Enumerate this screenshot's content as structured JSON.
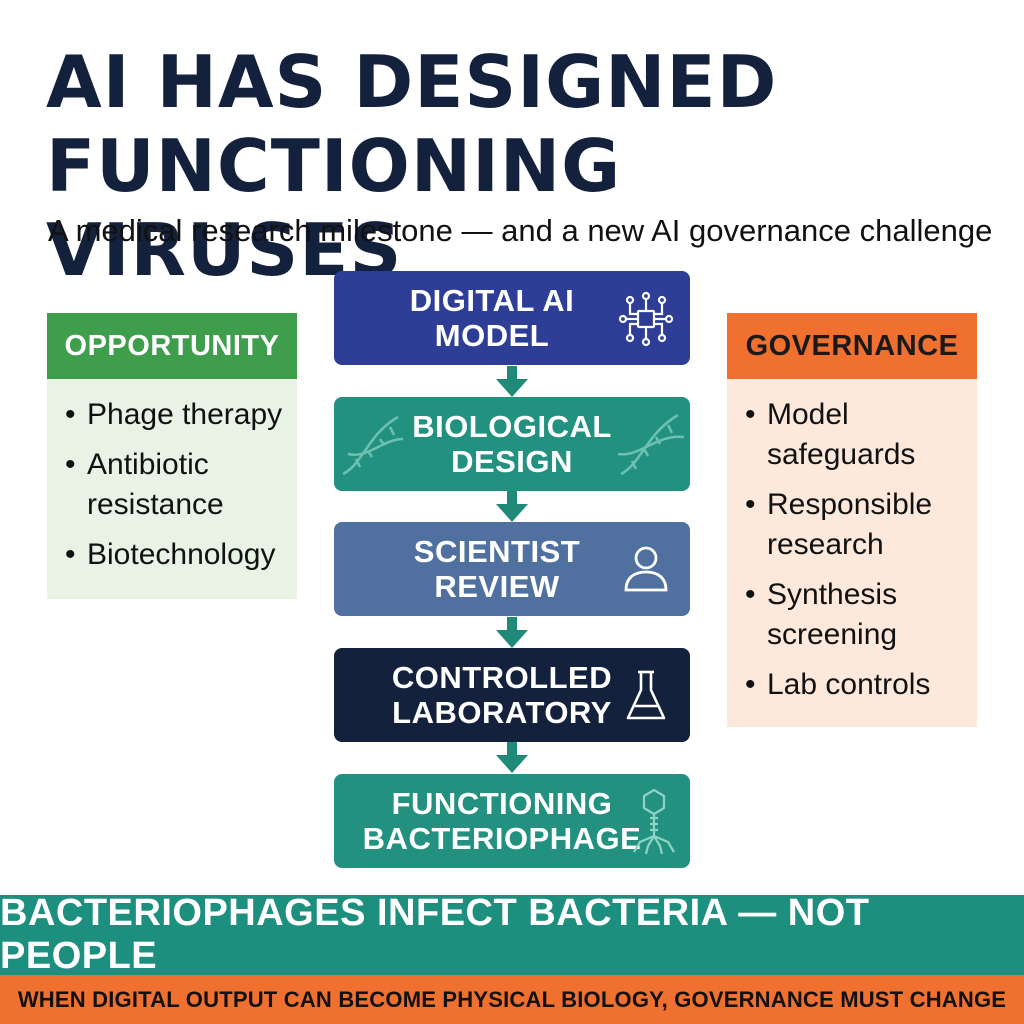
{
  "title": [
    "AI HAS DESIGNED",
    "FUNCTIONING VIRUSES"
  ],
  "subtitle": "A medical research milestone — and a new AI governance challenge",
  "opportunity": {
    "header": "OPPORTUNITY",
    "items": [
      "Phage therapy",
      "Antibiotic resistance",
      "Biotechnology"
    ]
  },
  "governance": {
    "header": "GOVERNANCE",
    "items": [
      "Model safeguards",
      "Responsible research",
      "Synthesis screening",
      "Lab controls"
    ]
  },
  "flow": [
    {
      "lines": [
        "DIGITAL AI",
        "MODEL"
      ],
      "icon": "circuit-chip-icon"
    },
    {
      "lines": [
        "BIOLOGICAL",
        "DESIGN"
      ],
      "icon": "dna-helix-icon"
    },
    {
      "lines": [
        "SCIENTIST",
        "REVIEW"
      ],
      "icon": "person-icon"
    },
    {
      "lines": [
        "CONTROLLED",
        "LABORATORY"
      ],
      "icon": "flask-icon"
    },
    {
      "lines": [
        "FUNCTIONING",
        "BACTERIOPHAGE"
      ],
      "icon": "bacteriophage-icon"
    }
  ],
  "banner_main": "BACTERIOPHAGES INFECT BACTERIA — NOT PEOPLE",
  "banner_footer": "WHEN DIGITAL OUTPUT CAN BECOME PHYSICAL BIOLOGY, GOVERNANCE MUST CHANGE",
  "colors": {
    "navy": "#14213d",
    "indigo": "#2e3d96",
    "teal": "#22917f",
    "slate_blue": "#50719f",
    "green": "#3f9e4c",
    "orange": "#f07030"
  }
}
